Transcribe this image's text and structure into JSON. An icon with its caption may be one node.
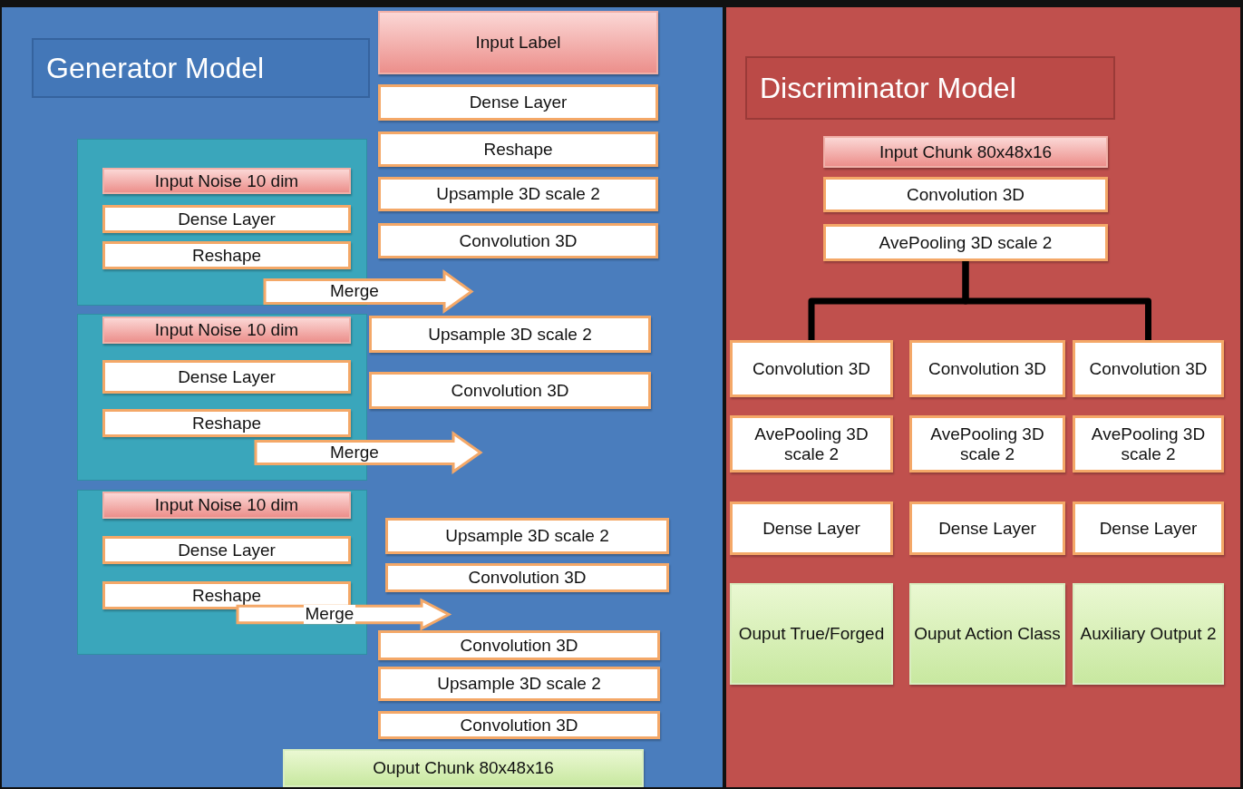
{
  "diagram": {
    "nodes": [
      {
        "text": [
          "Generator Model"
        ]
      },
      {
        "text": [
          "Input Label"
        ],
        "in": 0
      },
      {
        "text": [
          "Dense Layer"
        ],
        "in": 0
      },
      {
        "text": [
          "Reshape"
        ],
        "in": 0
      },
      {
        "text": [
          "Upsample 3D scale 2"
        ],
        "in": 0
      },
      {
        "text": [
          "Convolution 3D"
        ],
        "in": 0
      },
      {
        "text": [],
        "shape": "box",
        "in": 0
      },
      {
        "text": [
          "Input Noise 10 dim"
        ],
        "in": 6
      },
      {
        "text": [
          "Dense Layer"
        ],
        "in": 6
      },
      {
        "text": [
          "Reshape"
        ],
        "in": 6
      },
      {
        "text": [
          "Upsample 3D scale 2"
        ],
        "in": 0
      },
      {
        "text": [
          "Convolution 3D"
        ],
        "in": 0
      },
      {
        "text": [],
        "shape": "box",
        "in": 0
      },
      {
        "text": [
          "Input Noise 10 dim"
        ],
        "in": 12
      },
      {
        "text": [
          "Dense Layer"
        ],
        "in": 12
      },
      {
        "text": [
          "Reshape"
        ],
        "in": 12
      },
      {
        "text": [],
        "shape": "box",
        "in": 0
      },
      {
        "text": [
          "Input Noise 10 dim"
        ],
        "in": 16
      },
      {
        "text": [
          "Dense Layer"
        ],
        "in": 16
      },
      {
        "text": [
          "Reshape"
        ],
        "in": 16
      },
      {
        "text": [
          "Upsample 3D scale 2"
        ],
        "in": 0
      },
      {
        "text": [
          "Convolution 3D"
        ],
        "in": 0
      },
      {
        "text": [
          "Convolution 3D"
        ],
        "in": 0
      },
      {
        "text": [
          "Upsample 3D scale 2"
        ],
        "in": 0
      },
      {
        "text": [
          "Convolution 3D"
        ],
        "in": 0
      },
      {
        "text": [
          "Ouput Chunk 80x48x16"
        ],
        "in": 0
      },
      {
        "text": [
          "Discriminator Model"
        ]
      },
      {
        "text": [
          "Input Chunk 80x48x16"
        ],
        "in": 26
      },
      {
        "text": [
          "Convolution 3D"
        ],
        "in": 26
      },
      {
        "text": [
          "AvePooling 3D scale 2"
        ],
        "in": 26
      },
      {
        "text": [
          "Convolution 3D"
        ],
        "in": 26
      },
      {
        "text": [
          "Convolution 3D"
        ],
        "in": 26
      },
      {
        "text": [
          "Convolution 3D"
        ],
        "in": 26
      },
      {
        "text": [
          "AvePooling 3D scale 2"
        ],
        "in": 26
      },
      {
        "text": [
          "AvePooling 3D scale 2"
        ],
        "in": 26
      },
      {
        "text": [
          "AvePooling 3D scale 2"
        ],
        "in": 26
      },
      {
        "text": [
          "Dense Layer"
        ],
        "in": 26
      },
      {
        "text": [
          "Dense Layer"
        ],
        "in": 26
      },
      {
        "text": [
          "Dense Layer"
        ],
        "in": 26
      },
      {
        "text": [
          "Ouput True/Forged"
        ],
        "in": 26
      },
      {
        "text": [
          "Ouput Action Class"
        ],
        "in": 26
      },
      {
        "text": [
          "Auxiliary Output 2"
        ],
        "in": 26
      }
    ],
    "edges": [
      {
        "from": 9,
        "to": 10,
        "arrow": "to",
        "label": "Merge"
      },
      {
        "from": 15,
        "to": 20,
        "arrow": "to",
        "label": "Merge"
      },
      {
        "from": 19,
        "to": 22,
        "arrow": "to",
        "label": "Merge"
      },
      {
        "from": 29,
        "to": 30,
        "arrow": "none"
      },
      {
        "from": 29,
        "to": 32,
        "arrow": "none"
      }
    ]
  }
}
